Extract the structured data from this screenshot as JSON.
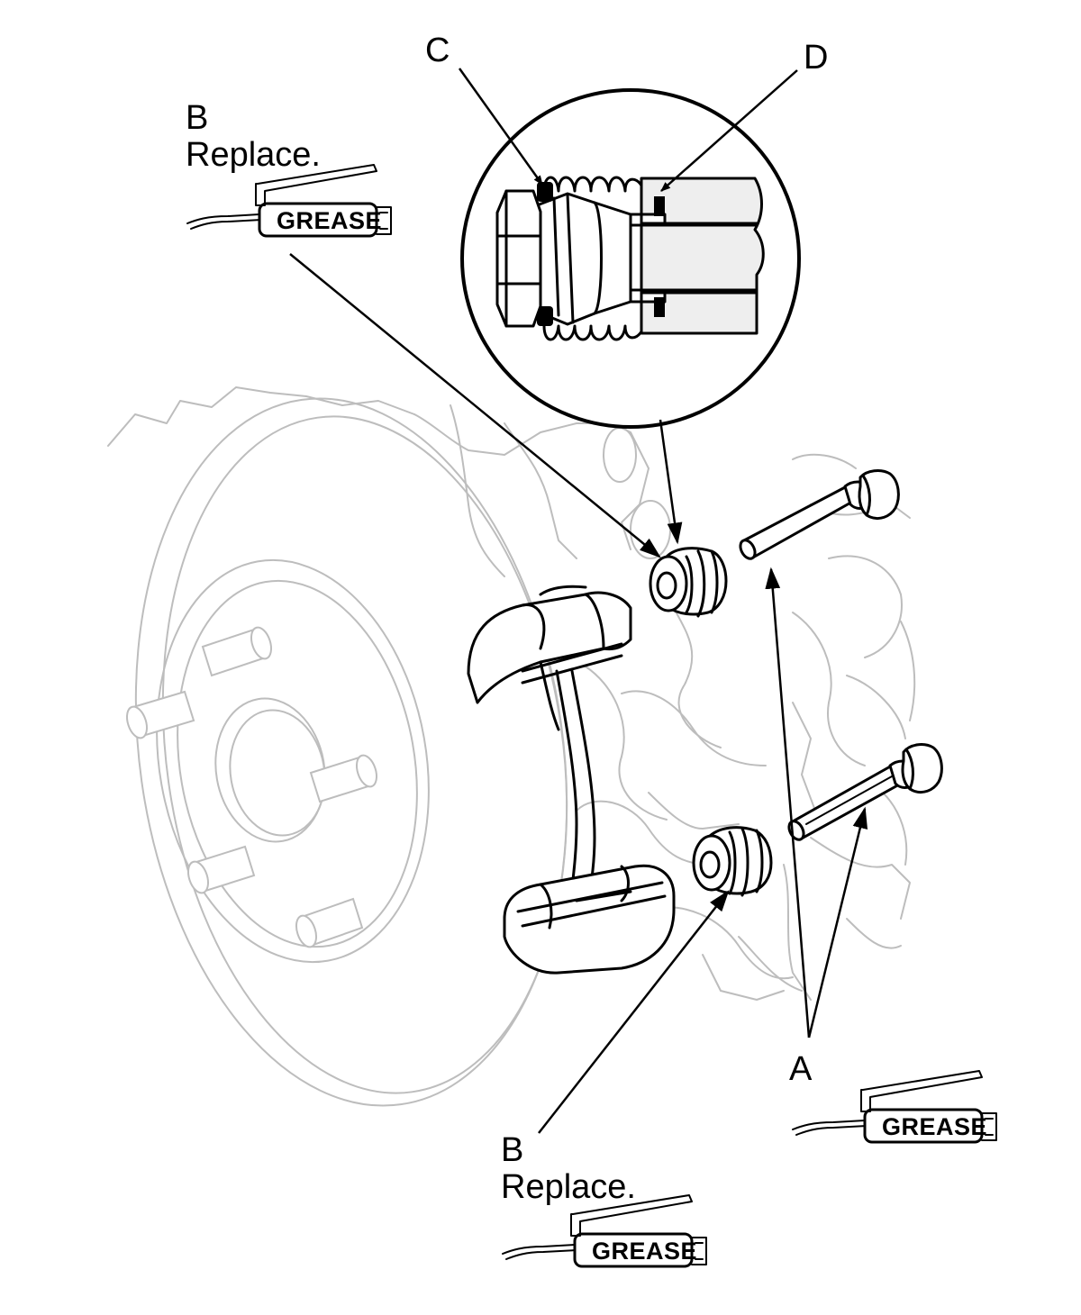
{
  "callouts": {
    "a": {
      "letter": "A"
    },
    "b_top": {
      "letter": "B",
      "note": "Replace."
    },
    "b_bottom": {
      "letter": "B",
      "note": "Replace."
    },
    "c": {
      "letter": "C"
    },
    "d": {
      "letter": "D"
    }
  },
  "grease_label": "GREASE",
  "colors": {
    "ink": "#000000",
    "ghost": "#bdbdbd",
    "housing_fill": "#eeeeee"
  },
  "icons": [
    "grease-tube-icon"
  ]
}
